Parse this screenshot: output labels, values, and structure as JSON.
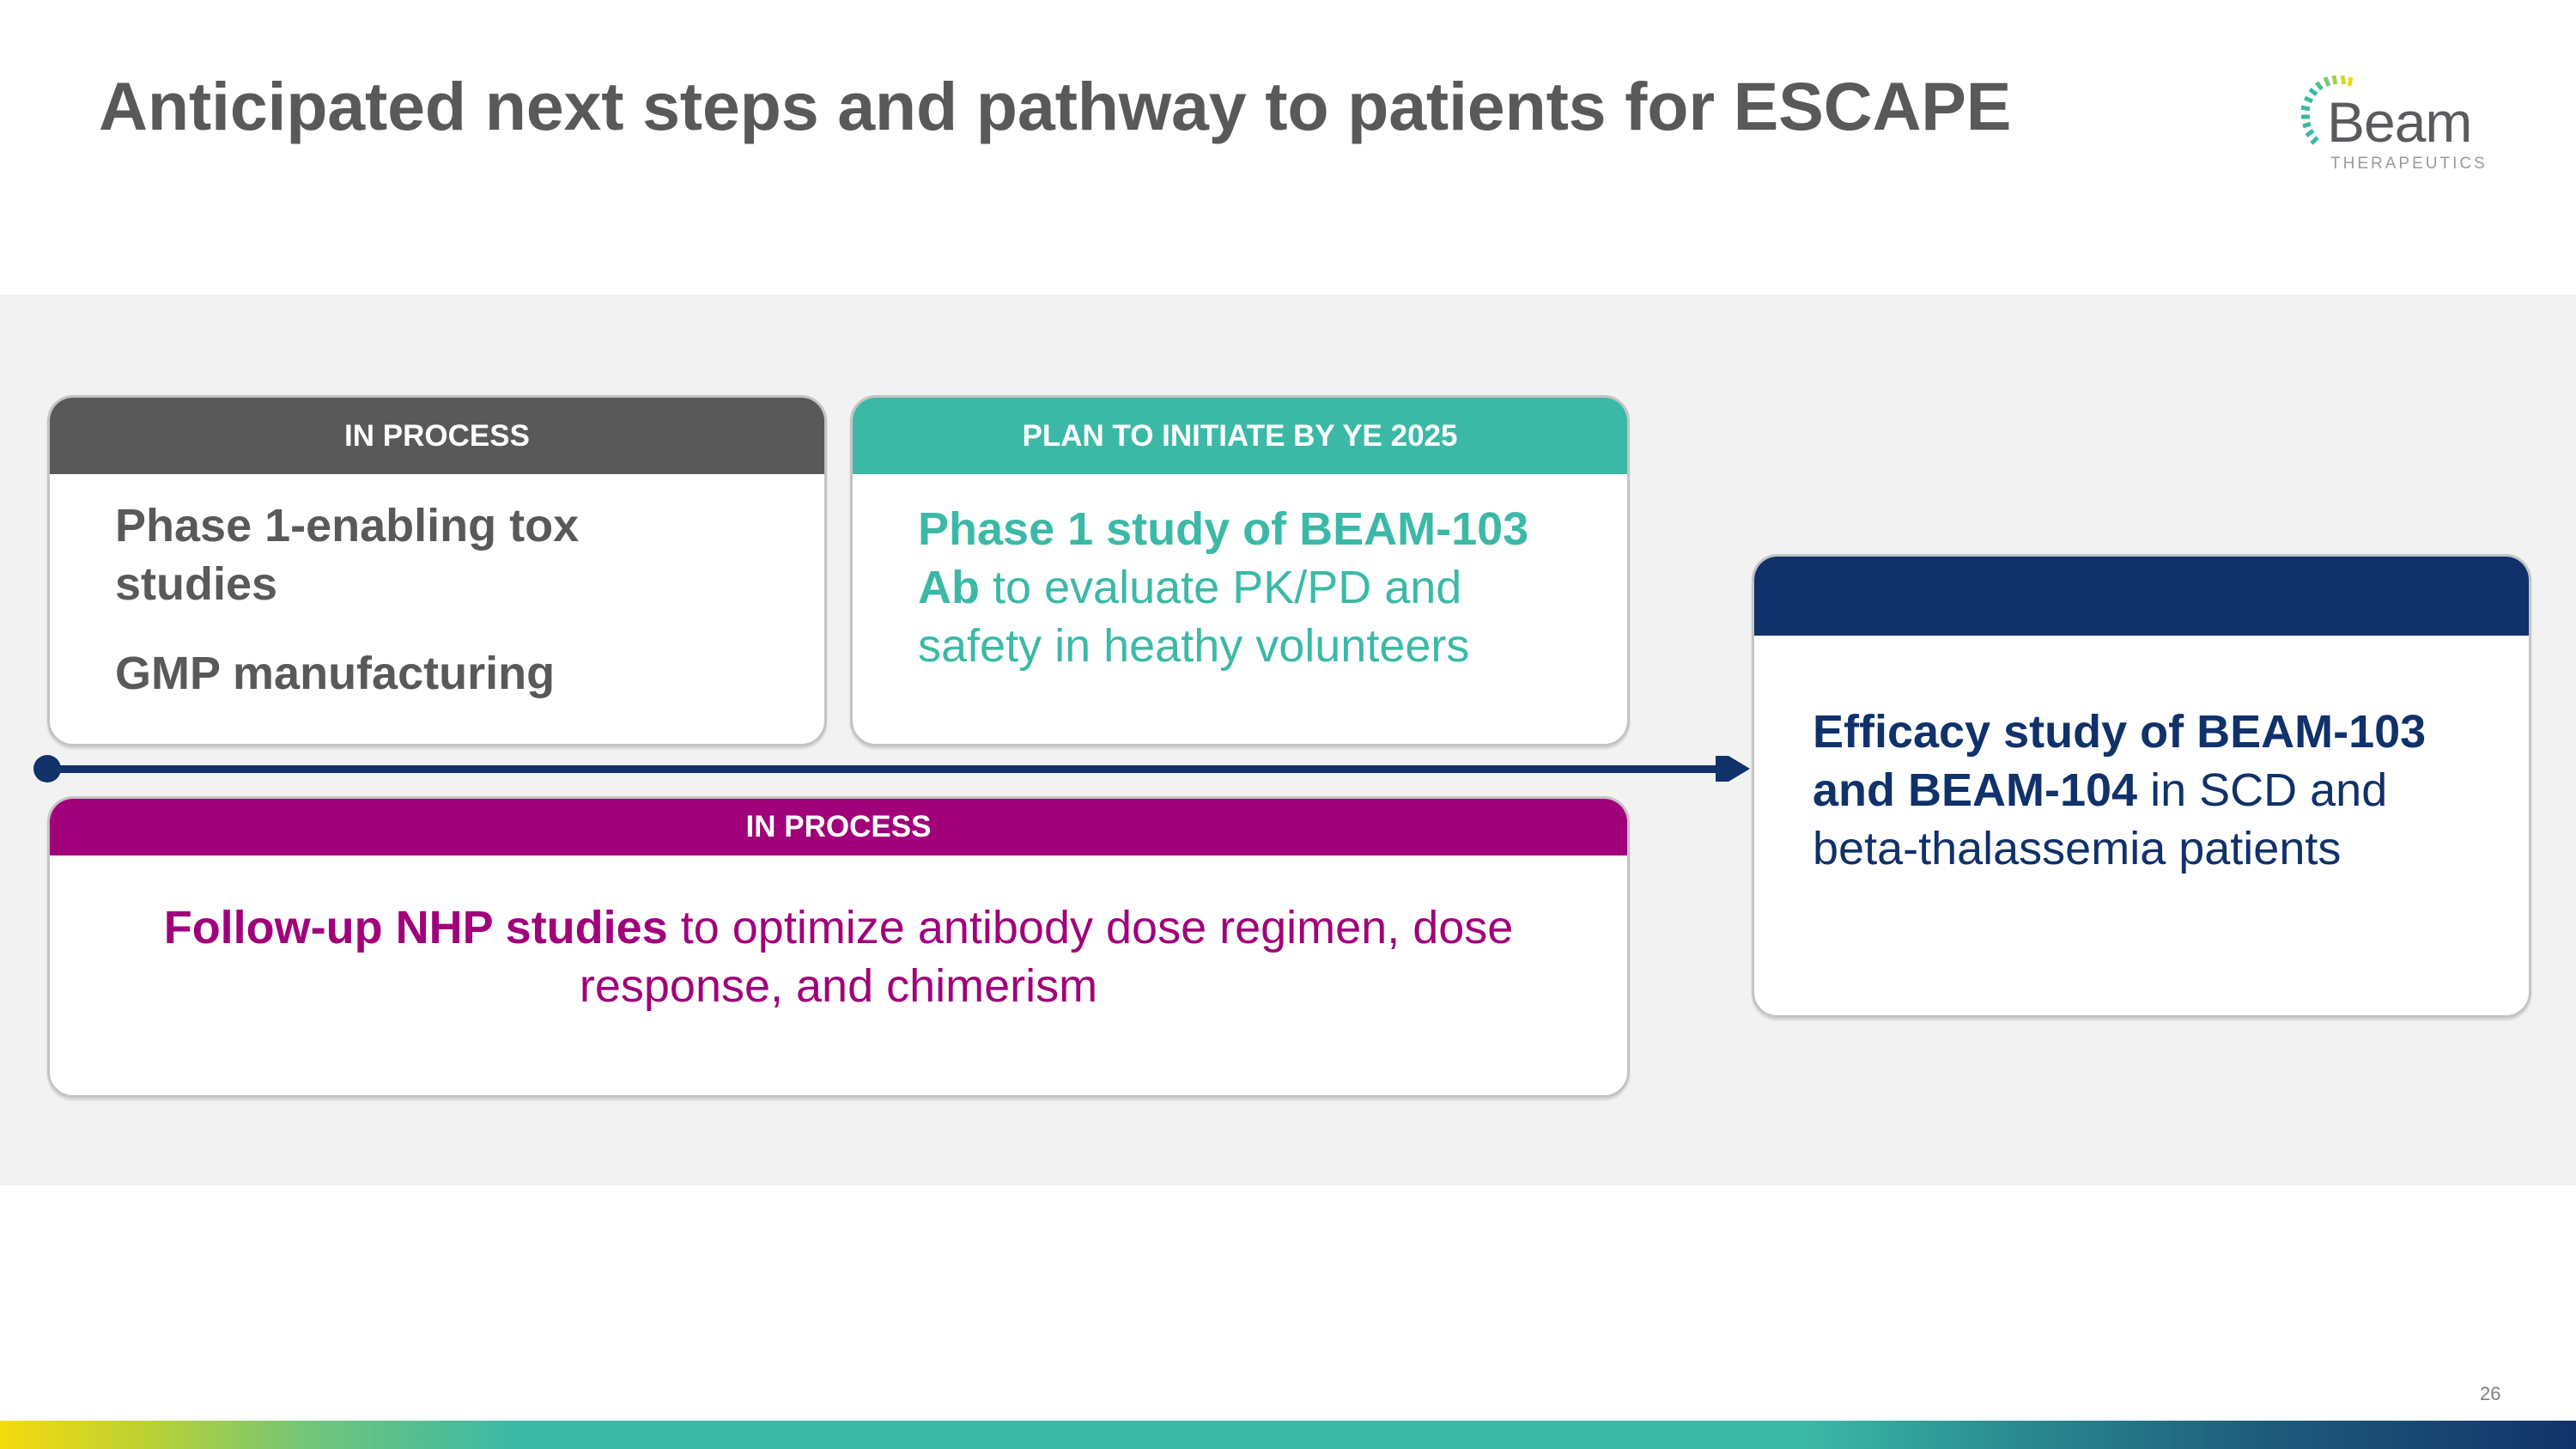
{
  "slide": {
    "title": "Anticipated next steps and pathway to patients for ESCAPE",
    "page_number": "26"
  },
  "logo": {
    "word": "Beam",
    "subtitle": "THERAPEUTICS",
    "ray_colors": [
      "#3bb9a6",
      "#7cc576",
      "#f0d81a"
    ]
  },
  "colors": {
    "gray_header": "#595959",
    "teal": "#3bb9a6",
    "magenta": "#a0017a",
    "navy": "#10316a",
    "band": "#f2f2f2"
  },
  "cards": {
    "tox": {
      "header": "IN PROCESS",
      "items": [
        "Phase 1-enabling tox studies",
        "GMP manufacturing"
      ]
    },
    "phase1": {
      "header": "PLAN TO INITIATE BY YE 2025",
      "bold": "Phase 1 study of BEAM-103 Ab",
      "rest": " to evaluate PK/PD and safety in heathy volunteers"
    },
    "nhp": {
      "header": "IN PROCESS",
      "bold": "Follow-up NHP studies",
      "rest": " to optimize antibody dose regimen, dose response, and chimerism"
    },
    "efficacy": {
      "header": "",
      "bold": "Efficacy study of BEAM-103 and BEAM-104",
      "rest": " in SCD and beta-thalassemia patients"
    }
  },
  "timeline": {
    "direction": "left-to-right"
  }
}
